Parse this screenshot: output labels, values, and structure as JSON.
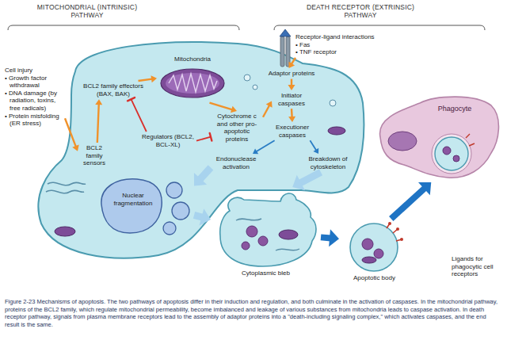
{
  "diagram": {
    "caption": "Figure 2-23 Mechanisms of apoptosis. The two pathways of apoptosis differ in their induction and regulation, and both culminate in the activation of caspases. In the mitochondrial pathway, proteins of the BCL2 family, which regulate mitochondrial permeability, become imbalanced and leakage of various substances from mitochondria leads to caspase activation. In death receptor pathway, signals from plasma membrane receptors lead to the assembly of adaptor proteins into a \"death-including signaling complex,\" which activates caspases, and the end result is the same.",
    "nodes": [
      {
        "text": [
          "Cell injury",
          "• Growth factor withdrawal",
          "• DNA damage (by radiation, toxins, free radicals)",
          "• Protein misfolding (ER stress)"
        ]
      },
      {
        "text": [
          "BCL2 family sensors"
        ]
      },
      {
        "text": [
          "BCL2 family effectors (BAX, BAK)"
        ]
      },
      {
        "text": [
          "Mitochondria"
        ]
      },
      {
        "text": [
          "Cytochrome c and other pro-apoptotic proteins"
        ]
      },
      {
        "text": [
          "Regulators (BCL2, BCL-XL)"
        ]
      },
      {
        "text": [
          "Receptor-ligand interactions",
          "• Fas",
          "• TNF receptor"
        ]
      },
      {
        "text": [
          "Adaptor proteins"
        ]
      },
      {
        "text": [
          "Initiator caspases"
        ]
      },
      {
        "text": [
          "Executioner caspases"
        ]
      },
      {
        "text": [
          "Endonuclease activation"
        ]
      },
      {
        "text": [
          "Breakdown of cytoskeleton"
        ]
      },
      {
        "text": [
          "Nuclear fragmentation"
        ]
      },
      {
        "text": [
          "Cytoplasmic bleb"
        ]
      },
      {
        "text": [
          "Apoptotic body"
        ]
      },
      {
        "text": [
          "Phagocyte"
        ]
      }
    ],
    "edges": [
      {
        "from": 0,
        "to": 1,
        "arrow": "to"
      },
      {
        "from": 1,
        "to": 2,
        "arrow": "to"
      },
      {
        "from": 2,
        "to": 3,
        "arrow": "to"
      },
      {
        "from": 3,
        "to": 4,
        "arrow": "to"
      },
      {
        "from": 4,
        "to": 8,
        "arrow": "to"
      },
      {
        "from": 5,
        "to": 2,
        "arrow": "to"
      },
      {
        "from": 5,
        "to": 4,
        "arrow": "to"
      },
      {
        "from": 6,
        "to": 7,
        "arrow": "to"
      },
      {
        "from": 7,
        "to": 8,
        "arrow": "to"
      },
      {
        "from": 8,
        "to": 9,
        "arrow": "to"
      },
      {
        "from": 9,
        "to": 10,
        "arrow": "to"
      },
      {
        "from": 9,
        "to": 11,
        "arrow": "to"
      },
      {
        "from": 10,
        "to": 12,
        "arrow": "to"
      },
      {
        "from": 12,
        "to": 13,
        "arrow": "to"
      },
      {
        "from": 11,
        "to": 13,
        "arrow": "to"
      },
      {
        "from": 13,
        "to": 14,
        "arrow": "to"
      },
      {
        "from": 14,
        "to": 15,
        "arrow": "to"
      }
    ],
    "labels": [
      "MITOCHONDRIAL (INTRINSIC) PATHWAY",
      "DEATH RECEPTOR (EXTRINSIC) PATHWAY",
      "Ligands for phagocytic cell receptors"
    ]
  }
}
